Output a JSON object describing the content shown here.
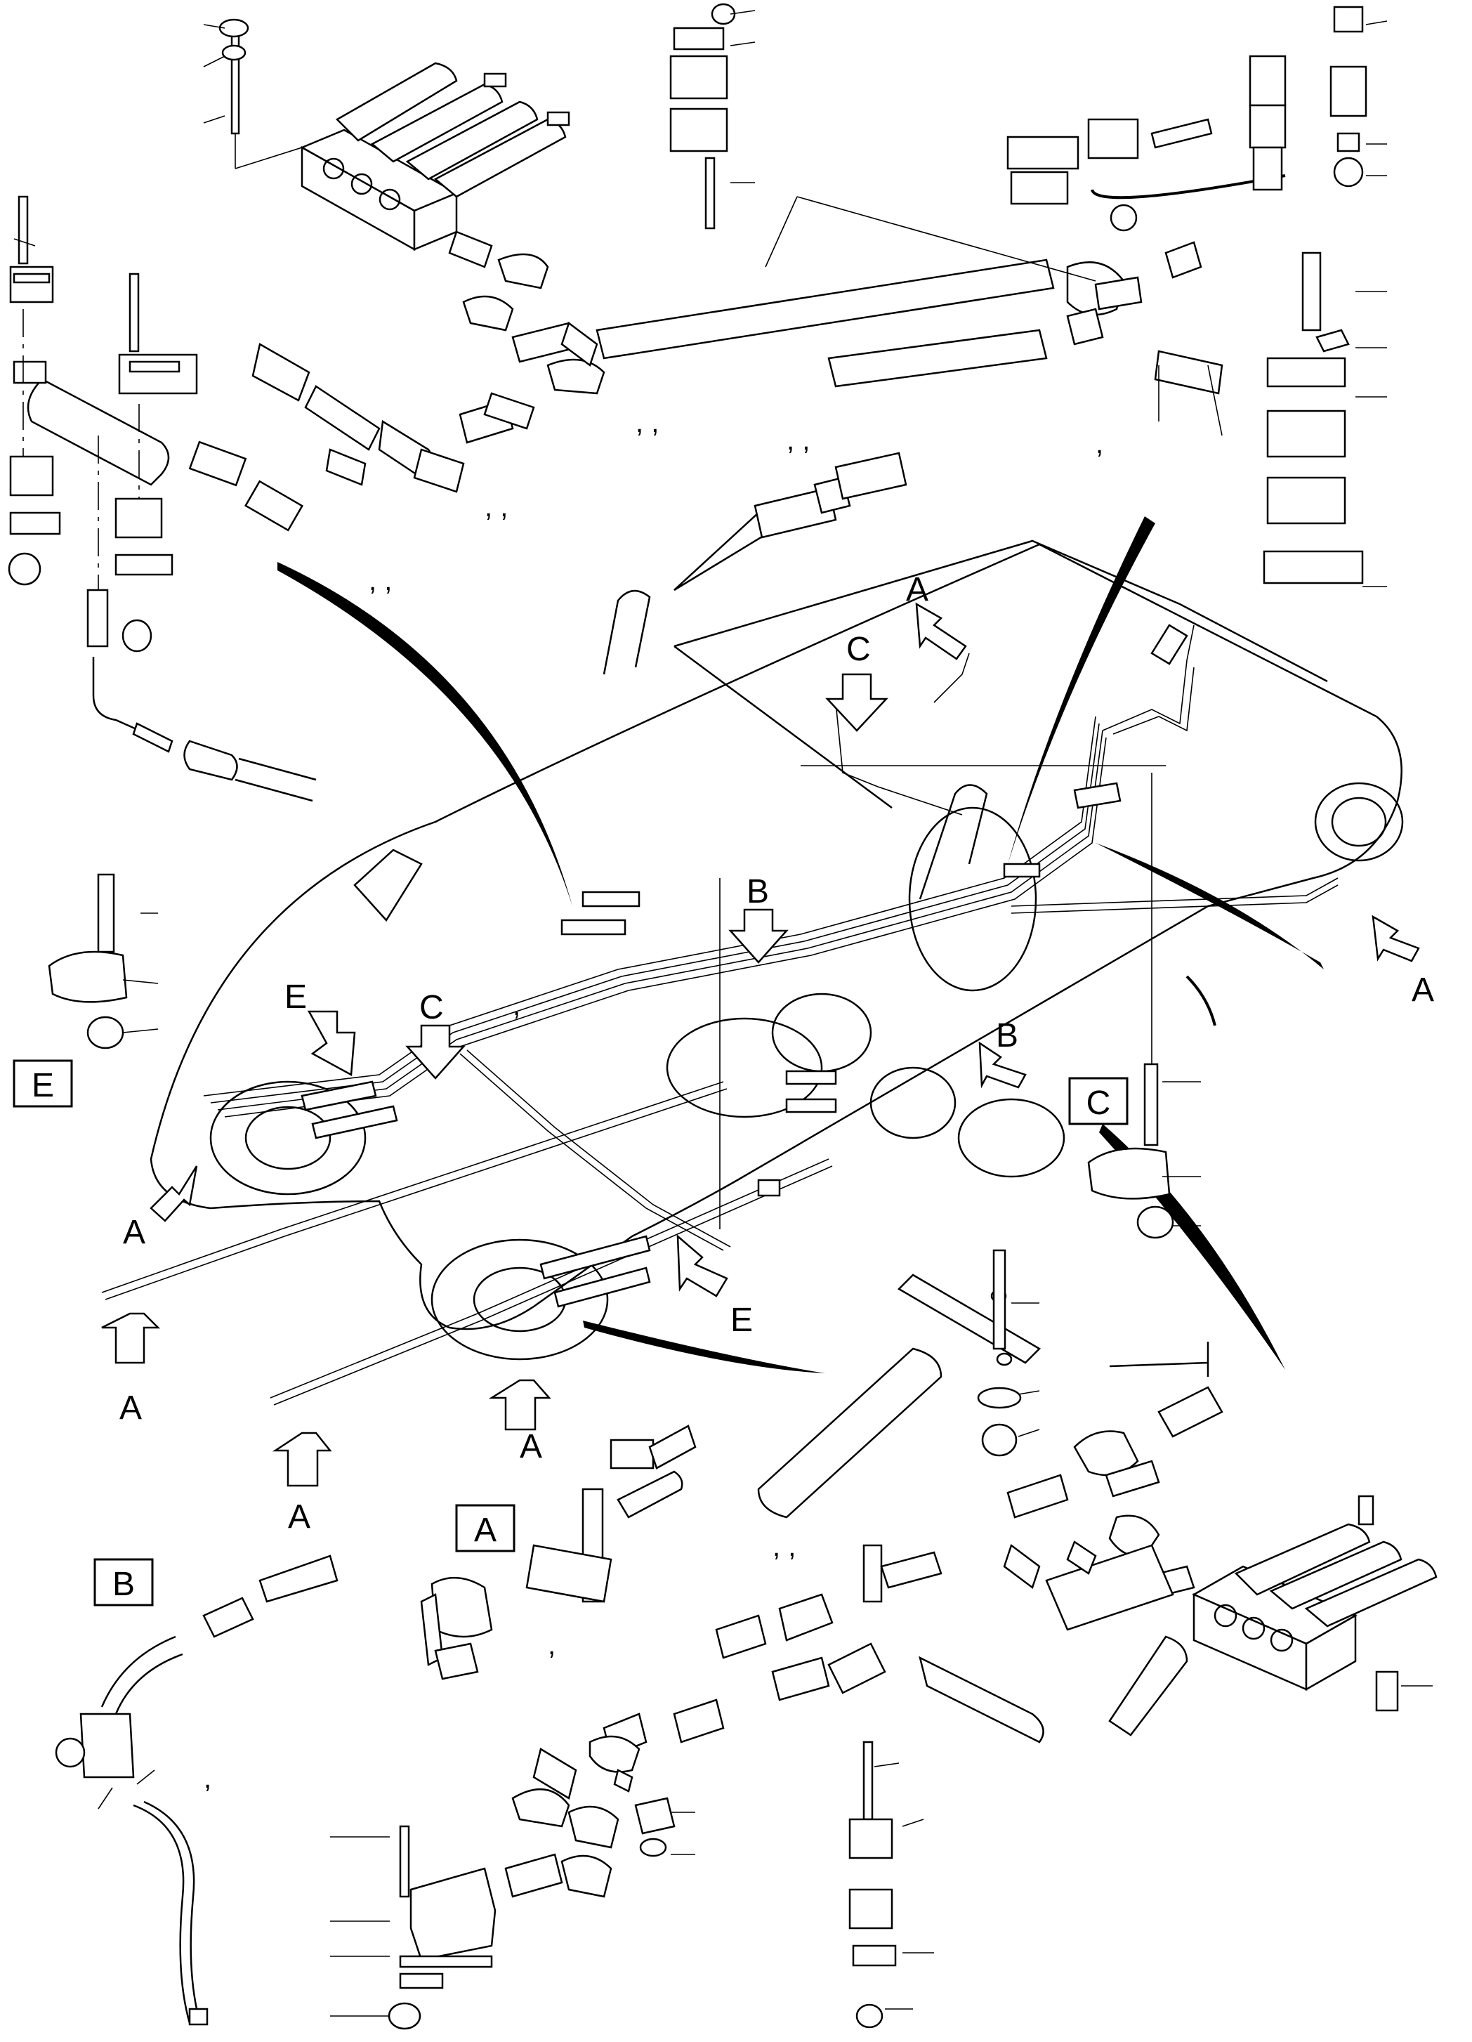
{
  "callouts": {
    "A": "A",
    "B": "B",
    "C": "C",
    "E": "E"
  },
  "detail_boxes": {
    "A": "A",
    "B": "B",
    "C": "C",
    "E": "E"
  },
  "commas": {
    "c1": ",   ,",
    "c2": ",   ,",
    "c3": ",",
    "c4": ",   ,",
    "c5": ",   ,",
    "c6": ",   ,",
    "c7": ",",
    "c8": ",",
    "c9": ","
  }
}
